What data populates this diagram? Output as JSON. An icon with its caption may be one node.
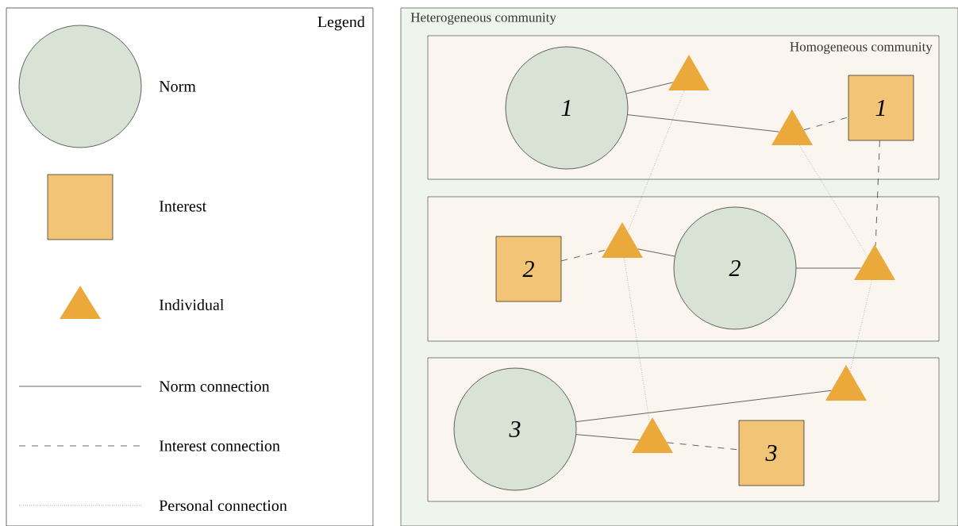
{
  "diagram": {
    "nodes": [
      {
        "text": [
          "Heterogeneous community"
        ]
      },
      {
        "text": [
          "Homogeneous community"
        ],
        "in": 0
      },
      {
        "text": [],
        "shape": "box",
        "in": 0
      },
      {
        "text": [],
        "shape": "box",
        "in": 0
      },
      {
        "text": [
          "1"
        ],
        "in": 1
      },
      {
        "text": [],
        "shape": "triangle",
        "in": 1
      },
      {
        "text": [],
        "shape": "triangle",
        "in": 1
      },
      {
        "text": [
          "1"
        ],
        "in": 1
      },
      {
        "text": [
          "2"
        ],
        "in": 2
      },
      {
        "text": [],
        "shape": "triangle",
        "in": 2
      },
      {
        "text": [
          "2"
        ],
        "in": 2
      },
      {
        "text": [],
        "shape": "triangle",
        "in": 2
      },
      {
        "text": [
          "3"
        ],
        "in": 3
      },
      {
        "text": [],
        "shape": "triangle",
        "in": 3
      },
      {
        "text": [],
        "shape": "triangle",
        "in": 3
      },
      {
        "text": [
          "3"
        ],
        "in": 3
      }
    ],
    "edges": [
      {
        "from": 4,
        "to": 5,
        "arrow": "none"
      },
      {
        "from": 4,
        "to": 6,
        "arrow": "none"
      },
      {
        "from": 6,
        "to": 7,
        "arrow": "none",
        "style": "dashed"
      },
      {
        "from": 5,
        "to": 9,
        "arrow": "none",
        "style": "dashed",
        "color": "#555555"
      },
      {
        "from": 6,
        "to": 11,
        "arrow": "none",
        "style": "dashed",
        "color": "#555555"
      },
      {
        "from": 7,
        "to": 11,
        "arrow": "none",
        "style": "dashed"
      },
      {
        "from": 8,
        "to": 9,
        "arrow": "none",
        "style": "dashed"
      },
      {
        "from": 10,
        "to": 9,
        "arrow": "none"
      },
      {
        "from": 10,
        "to": 11,
        "arrow": "none"
      },
      {
        "from": 9,
        "to": 14,
        "arrow": "none",
        "style": "dashed",
        "color": "#555555"
      },
      {
        "from": 11,
        "to": 13,
        "arrow": "none",
        "style": "dashed",
        "color": "#555555"
      },
      {
        "from": 12,
        "to": 13,
        "arrow": "none"
      },
      {
        "from": 12,
        "to": 14,
        "arrow": "none"
      },
      {
        "from": 14,
        "to": 15,
        "arrow": "none",
        "style": "dashed"
      }
    ],
    "labels": [
      "Legend"
    ],
    "legend": [
      {
        "text": "Norm"
      },
      {
        "text": "Interest"
      },
      {
        "text": "Individual"
      },
      {
        "text": "Norm connection"
      },
      {
        "text": "Interest connection"
      },
      {
        "text": "Personal connection"
      }
    ]
  }
}
